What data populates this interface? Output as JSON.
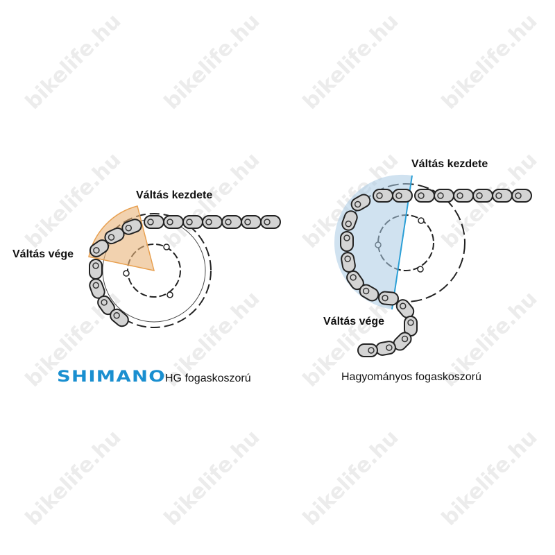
{
  "watermark": "bikelife.hu",
  "left_diagram": {
    "label_start": "Váltás kezdete",
    "label_end": "Váltás vége",
    "brand": "SHIMANO",
    "caption": "HG fogaskoszorú",
    "highlight_color": "#e9b47a"
  },
  "right_diagram": {
    "label_start": "Váltás kezdete",
    "label_end": "Váltás vége",
    "caption": "Hagyományos fogaskoszorú",
    "highlight_color": "#a9cbe3"
  }
}
